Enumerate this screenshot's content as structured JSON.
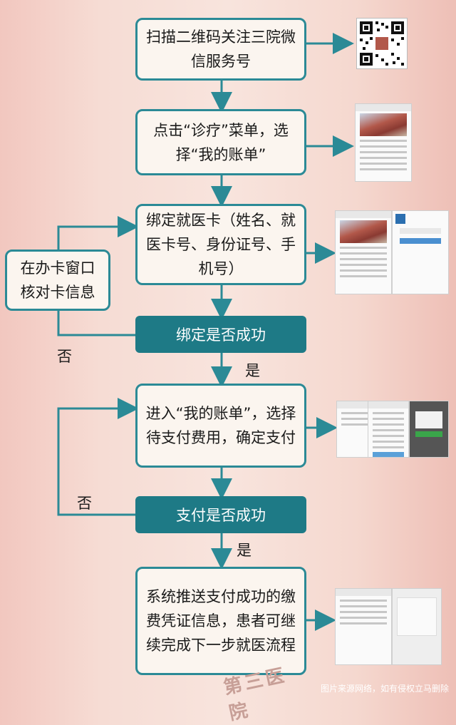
{
  "steps": {
    "scan": "扫描二维码关注三院微信服务号",
    "menu": "点击“诊疗”菜单，选择“我的账单”",
    "bind": "绑定就医卡（姓名、就医卡号、身份证号、手机号）",
    "pay": "进入“我的账单”，选择待支付费用，确定支付",
    "done": "系统推送支付成功的缴费凭证信息，患者可继续完成下一步就医流程"
  },
  "decisions": {
    "bind_ok": "绑定是否成功",
    "pay_ok": "支付是否成功"
  },
  "side": {
    "counter": "在办卡窗口核对卡信息"
  },
  "labels": {
    "no1": "否",
    "yes1": "是",
    "no2": "否",
    "yes2": "是"
  },
  "stamp_text": "第三医院",
  "watermark": "图片来源网络，如有侵权立马删除",
  "colors": {
    "border": "#2b8a96",
    "decision_fill": "#1e7a86",
    "box_fill": "#fbf5ef"
  }
}
